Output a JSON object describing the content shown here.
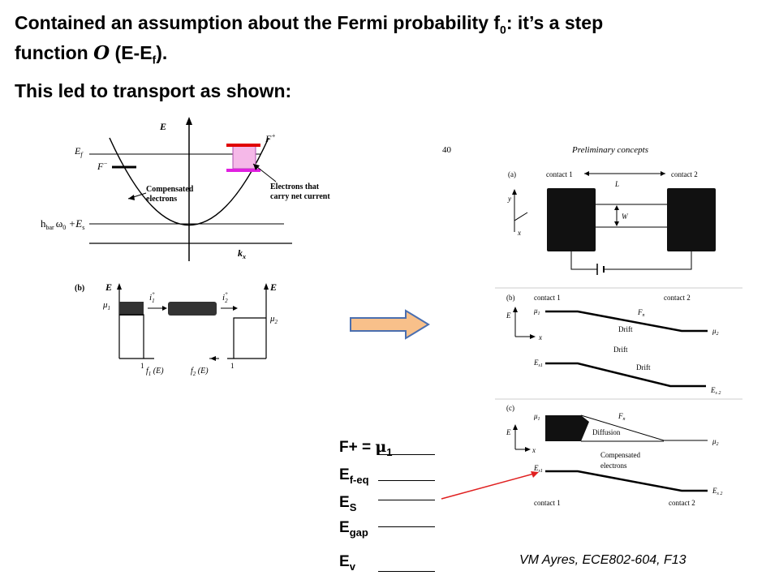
{
  "heading": {
    "line1_a": "Contained an assumption about the Fermi probability f",
    "line1_sub": "0",
    "line1_b": ": it’s a step",
    "line2_a": "function ",
    "line2_glyph": "O",
    "line2_b": " (E-E",
    "line2_sub": "f",
    "line2_c": ").",
    "line3": "This led to transport as shown:"
  },
  "fig_a": {
    "E": "E",
    "Ef": "E",
    "Ef_sub": "f",
    "Fminus": "F",
    "Fminus_sup": "−",
    "Fplus": "F",
    "Fplus_sup": "+",
    "compensated": [
      "Compensated",
      "electrons"
    ],
    "carriers": [
      "Electrons that",
      "carry net current"
    ],
    "hbar_label": "h",
    "hbar_sub": "bar",
    "omega": "ω",
    "omega_sub": "0",
    "plus_Es": " +E",
    "Es_sub": "s",
    "kx": "k",
    "kx_sub": "x"
  },
  "fig_b": {
    "tag": "(b)",
    "E_left": "E",
    "E_right": "E",
    "mu1": "μ",
    "mu1_sub": "1",
    "mu2": "μ",
    "mu2_sub": "2",
    "i1": "i",
    "i1_sub": "1",
    "i1_sup": "+",
    "i2": "i",
    "i2_sub": "2",
    "i2_sup": "+",
    "one_left": "1",
    "one_right": "1",
    "f1": "f",
    "f1_sub": "1",
    "f1_arg": " (E)",
    "f2": "f",
    "f2_sub": "2",
    "f2_arg": " (E)"
  },
  "fig_right": {
    "page_num": "40",
    "page_title": "Preliminary concepts",
    "a": {
      "tag": "(a)",
      "contact1": "contact 1",
      "contact2": "contact 2",
      "L": "L",
      "W": "W",
      "y": "y",
      "x": "x"
    },
    "b": {
      "tag": "(b)",
      "contact1": "contact 1",
      "contact2": "contact 2",
      "E": "E",
      "x": "x",
      "mu1": "μ",
      "mu1_sub": "1",
      "Fn": "F",
      "Fn_sub": "n",
      "mu2": "μ",
      "mu2_sub": "2",
      "drift1": "Drift",
      "drift2": "Drift",
      "drift3": "Drift",
      "Es1": "E",
      "Es1_sub": "s1",
      "Es2": "E",
      "Es2_sub": "s 2"
    },
    "c": {
      "tag": "(c)",
      "E": "E",
      "x": "x",
      "mu1": "μ",
      "mu1_sub": "1",
      "Fn": "F",
      "Fn_sub": "n",
      "diffusion": "Diffusion",
      "mu2": "μ",
      "mu2_sub": "2",
      "compensated": [
        "Compensated",
        "electrons"
      ],
      "Es1": "E",
      "Es1_sub": "s1",
      "Es2": "E",
      "Es2_sub": "s 2",
      "contact1": "contact 1",
      "contact2": "contact 2"
    }
  },
  "legend": {
    "fplus": "F+ = ",
    "mu": "μ",
    "mu_sub": "1",
    "efeq": "E",
    "efeq_sub": "f-eq",
    "es": "E",
    "es_sub": "S",
    "egap": "E",
    "egap_sub": "gap",
    "ev": "E",
    "ev_sub": "v"
  },
  "footer": "VM Ayres, ECE802-604, F13",
  "colors": {
    "arrow_fill": "#f8c08a",
    "arrow_stroke": "#4a6fb0",
    "pointer": "#e02020",
    "red_bar": "#e00000",
    "magenta_bar": "#e020e0",
    "pink_box": "#f5b8e8"
  }
}
